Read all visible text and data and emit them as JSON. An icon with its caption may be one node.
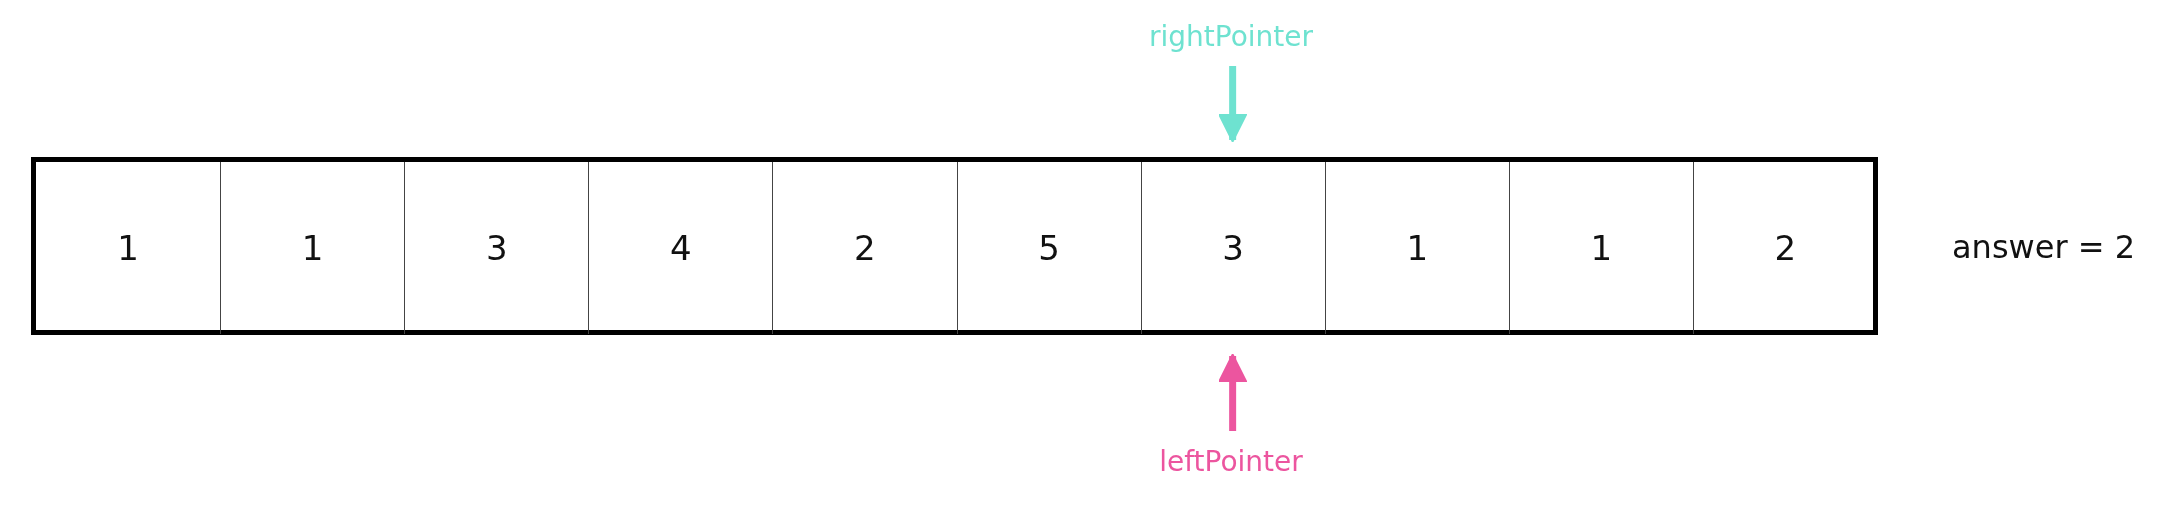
{
  "diagram": {
    "nodes": [
      {
        "text": [],
        "shape": "box"
      },
      {
        "text": [
          "1"
        ],
        "in": 0
      },
      {
        "text": [
          "1"
        ],
        "in": 0
      },
      {
        "text": [
          "3"
        ],
        "in": 0
      },
      {
        "text": [
          "4"
        ],
        "in": 0
      },
      {
        "text": [
          "2"
        ],
        "in": 0
      },
      {
        "text": [
          "5"
        ],
        "in": 0
      },
      {
        "text": [
          "3"
        ],
        "in": 0
      },
      {
        "text": [
          "1"
        ],
        "in": 0
      },
      {
        "text": [
          "1"
        ],
        "in": 0
      },
      {
        "text": [
          "2"
        ],
        "in": 0
      },
      {
        "text": [
          "rightPointer"
        ]
      },
      {
        "text": [
          "leftPointer"
        ]
      }
    ],
    "edges": [
      {
        "from": 11,
        "to": 7,
        "arrow": "to",
        "color": "#6ee2d0"
      },
      {
        "from": 12,
        "to": 7,
        "arrow": "to",
        "color": "#ec559f"
      }
    ],
    "labels": [
      "answer = 2"
    ]
  }
}
